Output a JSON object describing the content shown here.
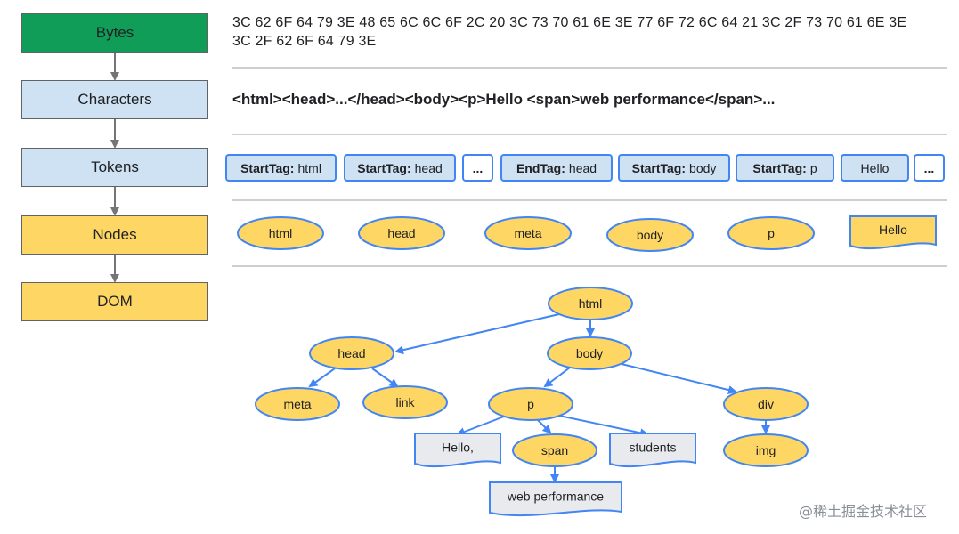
{
  "stages": [
    {
      "label": "Bytes",
      "color": "#0f9d58"
    },
    {
      "label": "Characters",
      "color": "#cfe2f3"
    },
    {
      "label": "Tokens",
      "color": "#cfe2f3"
    },
    {
      "label": "Nodes",
      "color": "#fdd663"
    },
    {
      "label": "DOM",
      "color": "#fdd663"
    }
  ],
  "bytes_text": "3C 62 6F 64 79 3E 48 65 6C 6C 6F 2C 20 3C 73 70 61 6E 3E 77 6F 72 6C 64 21 3C 2F 73 70 61 6E 3E 3C 2F 62 6F 64 79 3E",
  "characters_text": "<html><head>...</head><body><p>Hello <span>web performance</span>...",
  "tokens": [
    {
      "type": "StartTag:",
      "name": "html"
    },
    {
      "type": "StartTag:",
      "name": "head"
    },
    {
      "type": "",
      "name": "..."
    },
    {
      "type": "EndTag:",
      "name": "head"
    },
    {
      "type": "StartTag:",
      "name": "body"
    },
    {
      "type": "StartTag:",
      "name": "p"
    },
    {
      "type": "",
      "name": "Hello"
    },
    {
      "type": "",
      "name": "..."
    }
  ],
  "nodes": [
    {
      "label": "html",
      "shape": "ellipse"
    },
    {
      "label": "head",
      "shape": "ellipse"
    },
    {
      "label": "meta",
      "shape": "ellipse"
    },
    {
      "label": "body",
      "shape": "ellipse"
    },
    {
      "label": "p",
      "shape": "ellipse"
    },
    {
      "label": "Hello",
      "shape": "text"
    }
  ],
  "dom_tree": {
    "nodes": [
      {
        "id": "html",
        "label": "html",
        "shape": "ellipse"
      },
      {
        "id": "head",
        "label": "head",
        "shape": "ellipse"
      },
      {
        "id": "body",
        "label": "body",
        "shape": "ellipse"
      },
      {
        "id": "meta",
        "label": "meta",
        "shape": "ellipse"
      },
      {
        "id": "link",
        "label": "link",
        "shape": "ellipse"
      },
      {
        "id": "p",
        "label": "p",
        "shape": "ellipse"
      },
      {
        "id": "div",
        "label": "div",
        "shape": "ellipse"
      },
      {
        "id": "hello",
        "label": "Hello,",
        "shape": "text"
      },
      {
        "id": "span",
        "label": "span",
        "shape": "ellipse"
      },
      {
        "id": "students",
        "label": "students",
        "shape": "text"
      },
      {
        "id": "img",
        "label": "img",
        "shape": "ellipse"
      },
      {
        "id": "webperf",
        "label": "web performance",
        "shape": "text"
      }
    ],
    "edges": [
      [
        "html",
        "head"
      ],
      [
        "html",
        "body"
      ],
      [
        "head",
        "meta"
      ],
      [
        "head",
        "link"
      ],
      [
        "body",
        "p"
      ],
      [
        "body",
        "div"
      ],
      [
        "p",
        "hello"
      ],
      [
        "p",
        "span"
      ],
      [
        "p",
        "students"
      ],
      [
        "span",
        "webperf"
      ],
      [
        "div",
        "img"
      ]
    ]
  },
  "colors": {
    "node_fill": "#fdd663",
    "node_stroke": "#4285f4",
    "text_node_fill": "#e8eaed",
    "edge": "#4285f4",
    "stage_arrow": "#757575"
  },
  "watermark": "@稀土掘金技术社区"
}
